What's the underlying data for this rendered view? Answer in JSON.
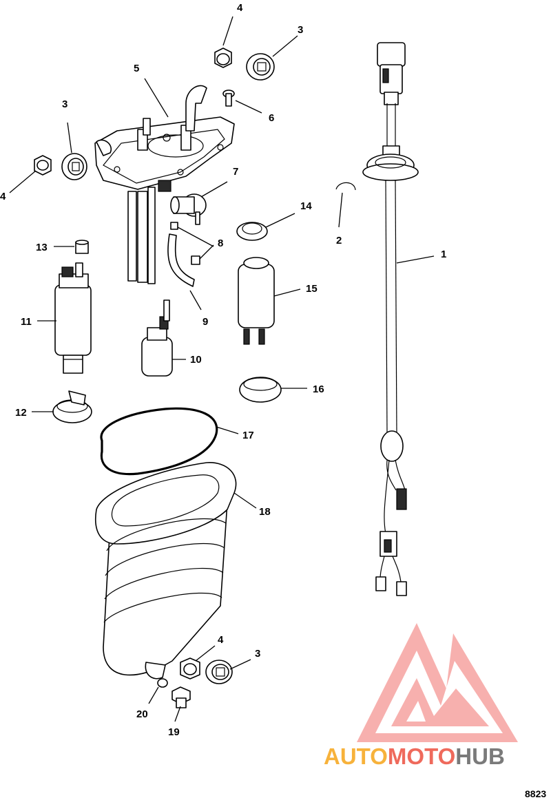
{
  "figure_number": "8823",
  "watermark": {
    "part1": "AUTO",
    "part2": "MOTO",
    "part3": "HUB",
    "colors": {
      "auto": "#f7b23b",
      "moto": "#ef6a5c",
      "hub": "#7a7a7a",
      "logo": "#f25b55"
    }
  },
  "callouts": [
    {
      "id": "c4a",
      "label": "4"
    },
    {
      "id": "c3a",
      "label": "3"
    },
    {
      "id": "c5",
      "label": "5"
    },
    {
      "id": "c6",
      "label": "6"
    },
    {
      "id": "c3b",
      "label": "3"
    },
    {
      "id": "c4b",
      "label": "4"
    },
    {
      "id": "c7",
      "label": "7"
    },
    {
      "id": "c2",
      "label": "2"
    },
    {
      "id": "c1",
      "label": "1"
    },
    {
      "id": "c14",
      "label": "14"
    },
    {
      "id": "c8",
      "label": "8"
    },
    {
      "id": "c13",
      "label": "13"
    },
    {
      "id": "c15",
      "label": "15"
    },
    {
      "id": "c9",
      "label": "9"
    },
    {
      "id": "c11",
      "label": "11"
    },
    {
      "id": "c10",
      "label": "10"
    },
    {
      "id": "c16",
      "label": "16"
    },
    {
      "id": "c12",
      "label": "12"
    },
    {
      "id": "c17",
      "label": "17"
    },
    {
      "id": "c18",
      "label": "18"
    },
    {
      "id": "c4c",
      "label": "4"
    },
    {
      "id": "c3c",
      "label": "3"
    },
    {
      "id": "c20",
      "label": "20"
    },
    {
      "id": "c19",
      "label": "19"
    }
  ]
}
